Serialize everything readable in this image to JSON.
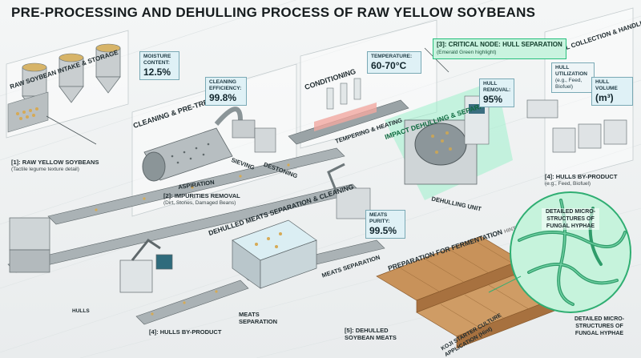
{
  "title": "PRE-PROCESSING AND DEHULLING PROCESS OF RAW YELLOW SOYBEANS",
  "sections": {
    "intake": "RAW SOYBEAN INTAKE & STORAGE",
    "cleaning": "CLEANING & PRE-TREATMENT",
    "conditioning": "CONDITIONING",
    "tempering": "TEMPERING & HEATING",
    "impact": "IMPACT DEHULLING & SEPARATION",
    "hull_handling": "HULL COLLECTION & HANDLING",
    "meats_sep": "DEHULLED MEATS SEPARATION & CLEANING",
    "fermentation": "PREPARATION FOR FERMENTATION",
    "fermentation_hint": "HINT"
  },
  "metrics": {
    "moisture": {
      "label": "MOISTURE CONTENT:",
      "value": "12.5%"
    },
    "cleaning_eff": {
      "label": "CLEANING EFFICIENCY:",
      "value": "99.8%"
    },
    "temperature": {
      "label": "TEMPERATURE:",
      "value": "60-70°C"
    },
    "hull_removal": {
      "label": "HULL REMOVAL:",
      "value": "95%"
    },
    "hull_utilization": {
      "label": "HULL UTILIZATION",
      "value": "(e.g., Feed, Biofuel)"
    },
    "hull_volume": {
      "label": "HULL VOLUME",
      "value": "(m³)"
    },
    "meats_purity": {
      "label": "MEATS PURITY:",
      "value": "99.5%"
    }
  },
  "critical_node": {
    "title": "[3]: CRITICAL NODE: HULL SEPARATION",
    "sub": "(Emerald Green highlight)"
  },
  "nodes": {
    "n1": {
      "title": "[1]: RAW YELLOW SOYBEANS",
      "sub": "(Tactile legume texture detail)"
    },
    "n2": {
      "title": "[2]: IMPURITIES REMOVAL",
      "sub": "(Dirt, Stones, Damaged Beans)"
    },
    "n4a": {
      "title": "[4]: HULLS BY-PRODUCT",
      "sub": "(e.g., Feed, Biofuel)"
    },
    "n4b": {
      "title": "[4]: HULLS BY-PRODUCT"
    },
    "n5": {
      "title": "[5]: DEHULLED",
      "title2": "SOYBEAN MEATS"
    }
  },
  "steps": {
    "aspiration": "ASPIRATION",
    "sieving": "SIEVING",
    "destoning": "DESTONING",
    "dehulling_unit": "DEHULLING UNIT",
    "meats_sep_1": "MEATS SEPARATION",
    "meats_sep_2a": "MEATS",
    "meats_sep_2b": "SEPARATION",
    "hulls_small": "HULLS"
  },
  "koji": {
    "line1": "KOJI STARTER CULTURE",
    "line2": "APPLICATION (Hint)"
  },
  "hyphae": {
    "top": "DETAILED MICRO-STRUCTURES OF FUNGAL HYPHAE",
    "bottom": "DETAILED MICRO-STRUCTURES OF FUNGAL HYPHAE"
  },
  "colors": {
    "accent_green": "#27c07d",
    "info_blue": "#dff1f6",
    "wood": "#c8925a"
  }
}
